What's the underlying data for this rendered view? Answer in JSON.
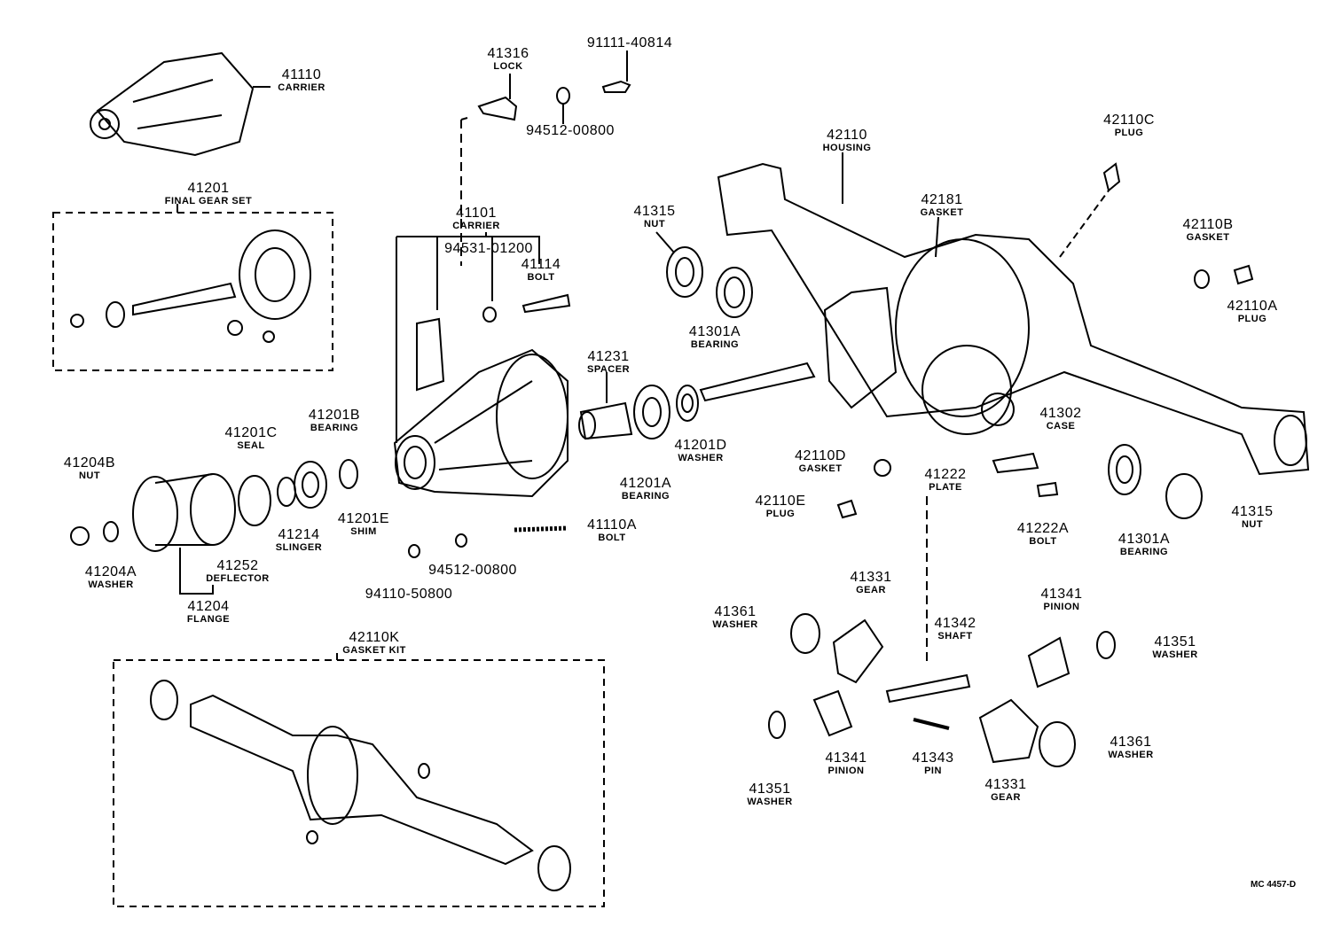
{
  "diagram_code": "MC 4457-D",
  "labels": [
    {
      "num": "41110",
      "name": "CARRIER"
    },
    {
      "num": "41316",
      "name": "LOCK"
    },
    {
      "num": "91111-40814",
      "name": ""
    },
    {
      "num": "94512-00800",
      "name": ""
    },
    {
      "num": "41201",
      "name": "FINAL GEAR SET"
    },
    {
      "num": "41101",
      "name": "CARRIER"
    },
    {
      "num": "94531-01200",
      "name": ""
    },
    {
      "num": "41114",
      "name": "BOLT"
    },
    {
      "num": "42110",
      "name": "HOUSING"
    },
    {
      "num": "42110C",
      "name": "PLUG"
    },
    {
      "num": "42181",
      "name": "GASKET"
    },
    {
      "num": "41315",
      "name": "NUT"
    },
    {
      "num": "42110B",
      "name": "GASKET"
    },
    {
      "num": "42110A",
      "name": "PLUG"
    },
    {
      "num": "41301A",
      "name": "BEARING"
    },
    {
      "num": "41231",
      "name": "SPACER"
    },
    {
      "num": "41201B",
      "name": "BEARING"
    },
    {
      "num": "41201C",
      "name": "SEAL"
    },
    {
      "num": "41204B",
      "name": "NUT"
    },
    {
      "num": "41302",
      "name": "CASE"
    },
    {
      "num": "41201D",
      "name": "WASHER"
    },
    {
      "num": "42110D",
      "name": "GASKET"
    },
    {
      "num": "41222",
      "name": "PLATE"
    },
    {
      "num": "41201A",
      "name": "BEARING"
    },
    {
      "num": "41201E",
      "name": "SHIM"
    },
    {
      "num": "41214",
      "name": "SLINGER"
    },
    {
      "num": "41110A",
      "name": "BOLT"
    },
    {
      "num": "42110E",
      "name": "PLUG"
    },
    {
      "num": "41222A",
      "name": "BOLT"
    },
    {
      "num": "41301A",
      "name": "BEARING"
    },
    {
      "num": "41315",
      "name": "NUT"
    },
    {
      "num": "94512-00800",
      "name": ""
    },
    {
      "num": "94110-50800",
      "name": ""
    },
    {
      "num": "41204A",
      "name": "WASHER"
    },
    {
      "num": "41252",
      "name": "DEFLECTOR"
    },
    {
      "num": "41204",
      "name": "FLANGE"
    },
    {
      "num": "42110K",
      "name": "GASKET KIT"
    },
    {
      "num": "41331",
      "name": "GEAR"
    },
    {
      "num": "41361",
      "name": "WASHER"
    },
    {
      "num": "41342",
      "name": "SHAFT"
    },
    {
      "num": "41341",
      "name": "PINION"
    },
    {
      "num": "41351",
      "name": "WASHER"
    },
    {
      "num": "41341",
      "name": "PINION"
    },
    {
      "num": "41343",
      "name": "PIN"
    },
    {
      "num": "41351",
      "name": "WASHER"
    },
    {
      "num": "41331",
      "name": "GEAR"
    },
    {
      "num": "41361",
      "name": "WASHER"
    }
  ]
}
